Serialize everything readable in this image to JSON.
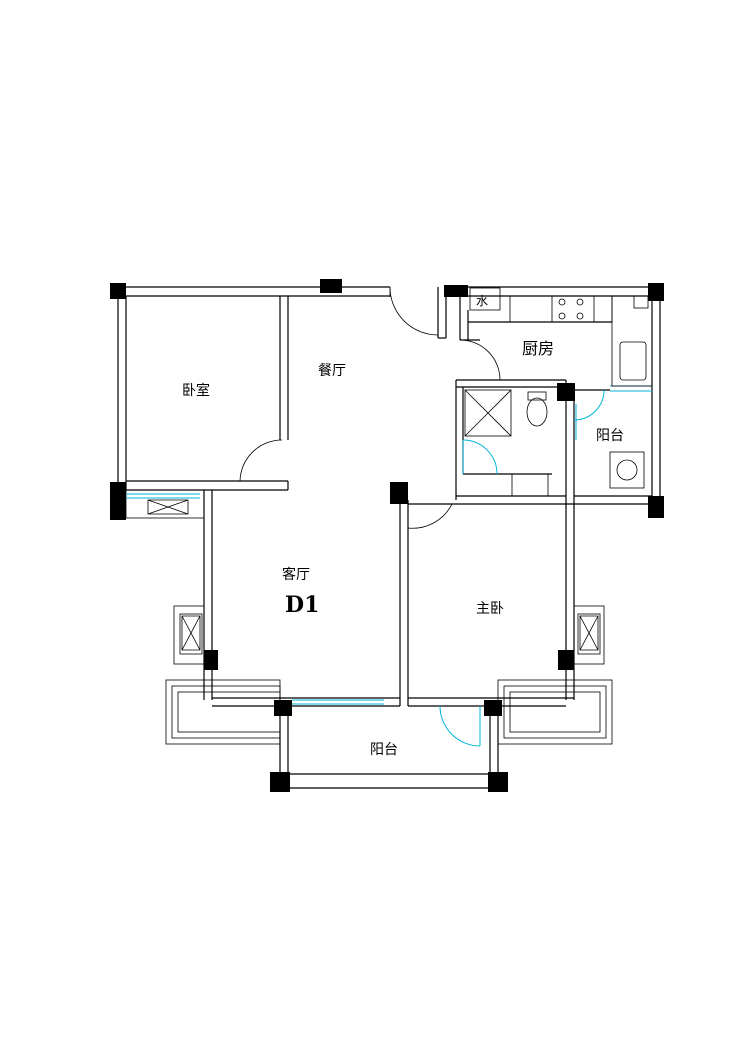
{
  "plan": {
    "title": "D1",
    "rooms": {
      "bedroom": "卧室",
      "dining": "餐厅",
      "kitchen": "厨房",
      "living": "客厅",
      "master": "主卧",
      "balcony_east": "阳台",
      "balcony_south": "阳台"
    },
    "fixtures": {
      "water_label": "水"
    }
  }
}
